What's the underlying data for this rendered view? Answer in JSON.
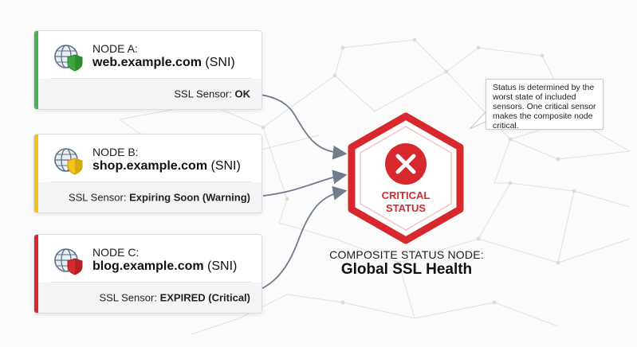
{
  "colors": {
    "ok": "#4caf50",
    "warning": "#f2c318",
    "critical": "#d7282d",
    "connector": "#6f7d8c",
    "network": "#dedede"
  },
  "nodes": [
    {
      "name": "NODE A:",
      "host": "web.example.com",
      "suffix": "(SNI)",
      "sensor_label": "SSL Sensor:",
      "sensor_value": "OK",
      "status": "ok",
      "icon": "globe-shield-icon"
    },
    {
      "name": "NODE B:",
      "host": "shop.example.com",
      "suffix": "(SNI)",
      "sensor_label": "SSL Sensor:",
      "sensor_value": "Expiring Soon (Warning)",
      "status": "warning",
      "icon": "globe-shield-icon"
    },
    {
      "name": "NODE C:",
      "host": "blog.example.com",
      "suffix": "(SNI)",
      "sensor_label": "SSL Sensor:",
      "sensor_value": "EXPIRED (Critical)",
      "status": "critical",
      "icon": "globe-shield-icon"
    }
  ],
  "composite": {
    "status_line1": "CRITICAL",
    "status_line2": "STATUS",
    "caption": "COMPOSITE STATUS NODE:",
    "title": "Global SSL Health",
    "icon": "x-circle-icon"
  },
  "callout": {
    "text": "Status is determined by the worst state of included sensors. One critical sensor makes the composite node critical."
  }
}
